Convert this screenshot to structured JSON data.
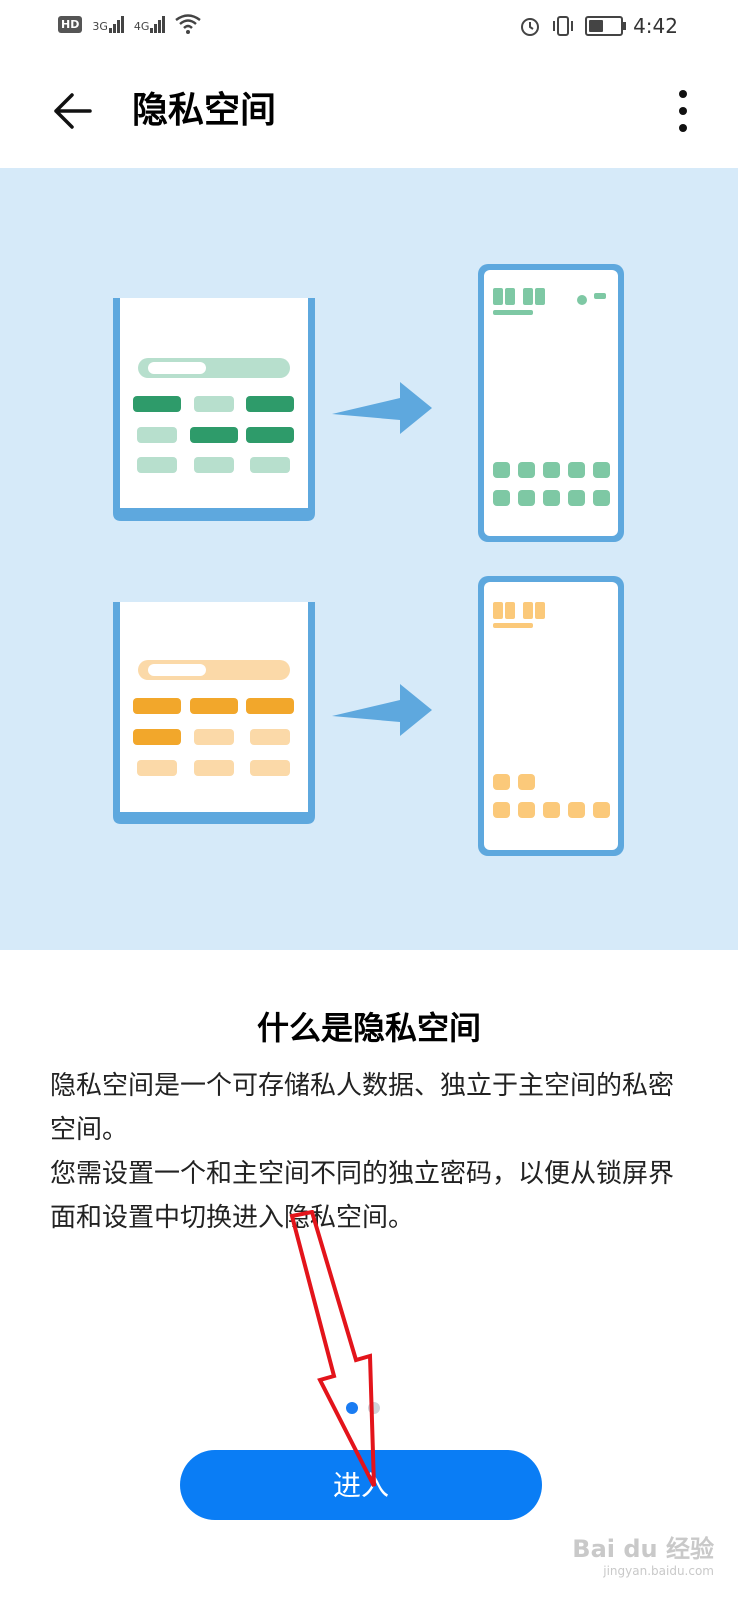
{
  "status_bar": {
    "hd_badge": "HD",
    "network_1": "3G",
    "network_2": "4G",
    "time": "4:42",
    "battery_level": 0.45,
    "icons": [
      "signal-icon",
      "wifi-icon",
      "alarm-icon",
      "vibrate-icon",
      "battery-icon"
    ]
  },
  "app_bar": {
    "title": "隐私空间",
    "back_icon": "arrow-left-icon",
    "more_icon": "more-vertical-icon"
  },
  "colors": {
    "illustration_bg": "#d6eaf9",
    "accent_blue": "#0a7df5",
    "green_dark": "#2e9b6a",
    "green_light": "#b7dfcd",
    "orange_dark": "#f2a72b",
    "orange_light": "#fbd9a8",
    "frame_blue": "#5ea8de"
  },
  "main": {
    "section_title": "什么是隐私空间",
    "paragraph_1": "隐私空间是一个可存储私人数据、独立于主空间的私密空间。",
    "paragraph_2": "您需设置一个和主空间不同的独立密码，以便从锁屏界面和设置中切换进入隐私空间。"
  },
  "pager": {
    "total": 2,
    "active": 0
  },
  "enter_button": {
    "label": "进入"
  },
  "watermark": {
    "text": "Bai du 经验",
    "sub": "jingyan.baidu.com"
  }
}
